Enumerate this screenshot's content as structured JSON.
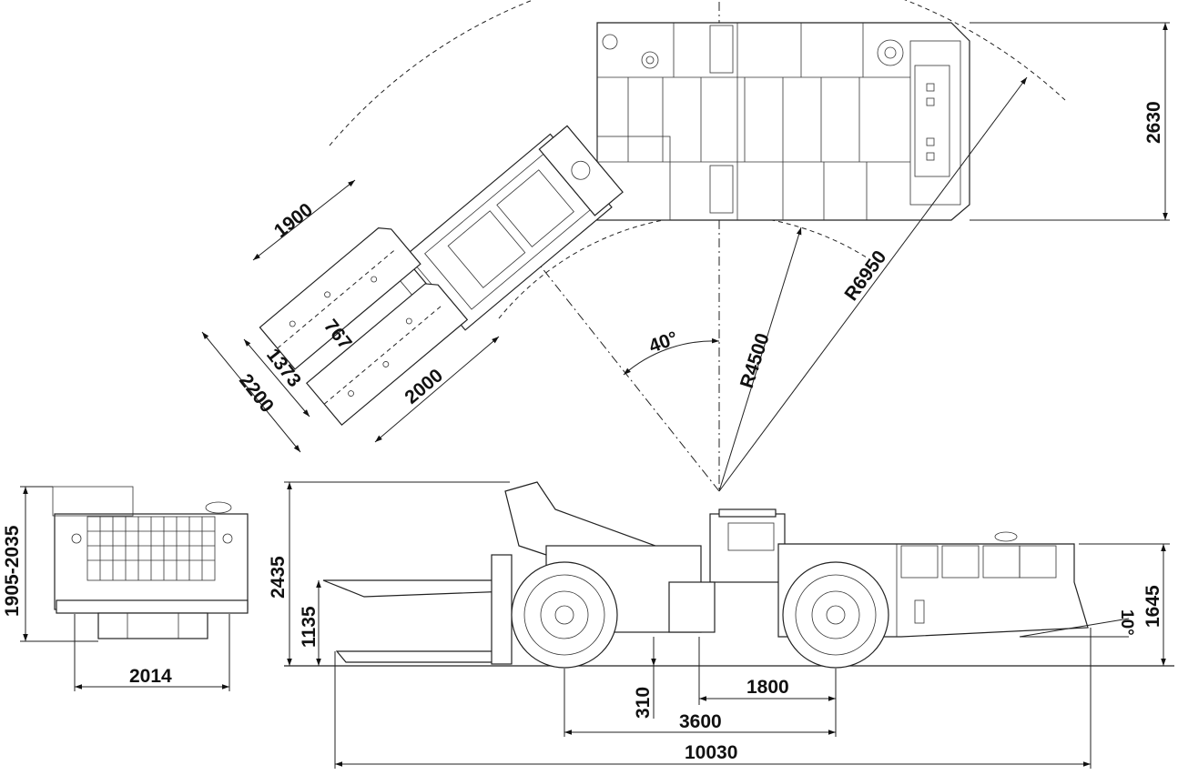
{
  "dimensions": {
    "fork_length": "1900",
    "fork_inner": "767",
    "fork_span_1373": "1373",
    "fork_span_2200": "2200",
    "fork_width_2000": "2000",
    "articulation_angle": "40°",
    "inner_radius": "R4500",
    "outer_radius": "R6950",
    "body_width": "2630",
    "height_range": "1905-2035",
    "width_front": "2014",
    "max_height": "2435",
    "fork_height": "1135",
    "ground_clearance": "310",
    "rear_overhang": "1800",
    "wheelbase": "3600",
    "total_length": "10030",
    "rear_height": "1645",
    "departure_angle": "10°"
  }
}
